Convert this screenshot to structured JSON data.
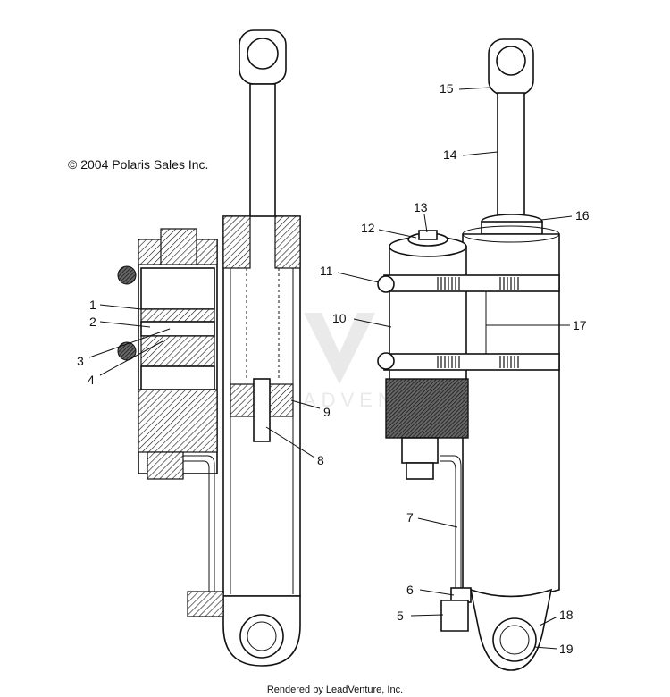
{
  "copyright": "© 2004 Polaris Sales Inc.",
  "footer": "Rendered by LeadVenture, Inc.",
  "watermark": "LEADVENTURE",
  "callouts": [
    {
      "id": "1",
      "text": "1"
    },
    {
      "id": "2",
      "text": "2"
    },
    {
      "id": "3",
      "text": "3"
    },
    {
      "id": "4",
      "text": "4"
    },
    {
      "id": "5",
      "text": "5"
    },
    {
      "id": "6",
      "text": "6"
    },
    {
      "id": "7",
      "text": "7"
    },
    {
      "id": "8",
      "text": "8"
    },
    {
      "id": "9",
      "text": "9"
    },
    {
      "id": "10",
      "text": "10"
    },
    {
      "id": "11",
      "text": "11"
    },
    {
      "id": "12",
      "text": "12"
    },
    {
      "id": "13",
      "text": "13"
    },
    {
      "id": "14",
      "text": "14"
    },
    {
      "id": "15",
      "text": "15"
    },
    {
      "id": "16",
      "text": "16"
    },
    {
      "id": "17",
      "text": "17"
    },
    {
      "id": "18",
      "text": "18"
    },
    {
      "id": "19",
      "text": "19"
    }
  ]
}
